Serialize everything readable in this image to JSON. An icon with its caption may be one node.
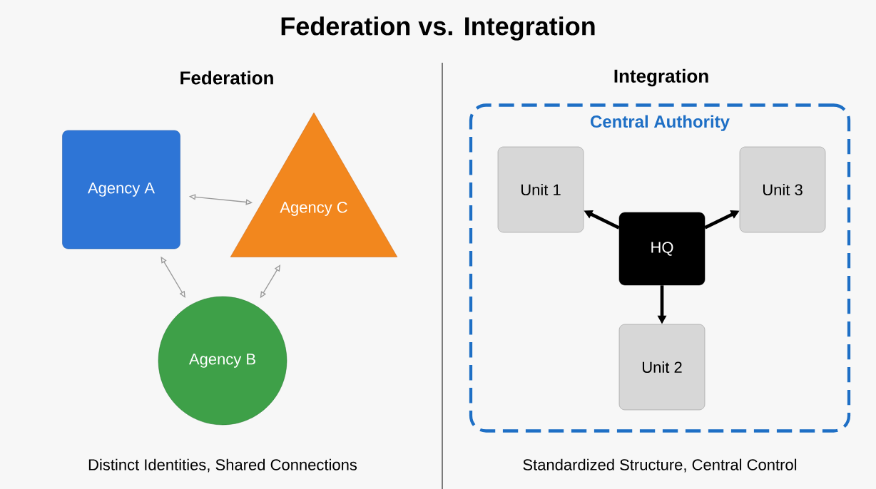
{
  "diagram": {
    "title": "Federation vs. Integration",
    "nodes": [
      {
        "text": [
          "Agency A"
        ]
      },
      {
        "text": [
          "Agency C"
        ]
      },
      {
        "text": [
          "Agency B"
        ]
      },
      {
        "text": [
          "Central Authority"
        ]
      },
      {
        "text": [
          "Unit 1"
        ],
        "in": 3
      },
      {
        "text": [
          "Unit 3"
        ],
        "in": 3
      },
      {
        "text": [
          "HQ"
        ],
        "in": 3
      },
      {
        "text": [
          "Unit 2"
        ],
        "in": 3
      }
    ],
    "edges": [
      {
        "from": 0,
        "to": 1,
        "arrow": "both",
        "color": "#999999"
      },
      {
        "from": 0,
        "to": 2,
        "arrow": "both",
        "color": "#999999"
      },
      {
        "from": 1,
        "to": 2,
        "arrow": "both",
        "color": "#999999"
      },
      {
        "from": 6,
        "to": 4,
        "arrow": "to",
        "style": "thick",
        "color": "#000000"
      },
      {
        "from": 6,
        "to": 5,
        "arrow": "to",
        "style": "thick",
        "color": "#000000"
      },
      {
        "from": 6,
        "to": 7,
        "arrow": "to",
        "style": "thick",
        "color": "#000000"
      }
    ],
    "labels": [
      "Federation",
      "Integration",
      "Distinct Identities, Shared Connections",
      "Standardized Structure, Central Control"
    ]
  }
}
